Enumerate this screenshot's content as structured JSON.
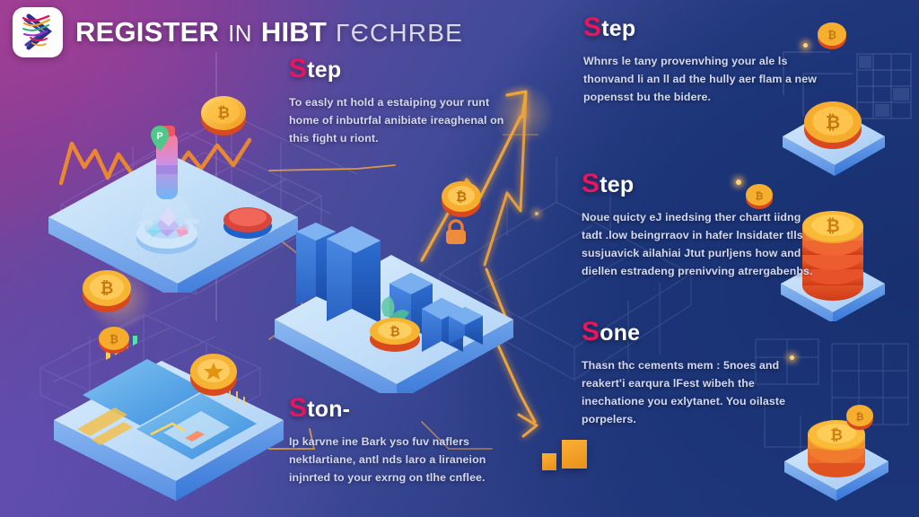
{
  "header": {
    "logo_name": "hibt-logo",
    "title_main": "REGISTER",
    "title_connector": "IN",
    "title_brand": "HIBT",
    "title_suffix": "ΓЄCHRBE"
  },
  "colors": {
    "accent_pink": "#e8175d",
    "accent_orange": "#f0921f",
    "bg_purple": "#8e3d8e",
    "bg_violet": "#584a9e",
    "bg_navy": "#1b3378",
    "platform_blue": "#bdd9f5",
    "bar_blue": "#2a6fd6",
    "coin_gold": "#f5a623"
  },
  "blocks": [
    {
      "id": "blk-l1",
      "heading_cap": "S",
      "heading_rest": "tep",
      "body": "To easly nt hold a estaiping your runt home of inbutrfal anibiate ireaghenal on this fight u riont."
    },
    {
      "id": "blk-l2",
      "heading_cap": "S",
      "heading_rest": "ton-",
      "body": "Ip karvne ine Bark yso fuv naflers nektlartiane, antl nds laro a liraneion injnrted to your exrng on tlhe cnflee."
    },
    {
      "id": "blk-r1",
      "heading_cap": "S",
      "heading_rest": "tep",
      "body": "Whnrs le tany provenvhing your ale ls thonvand li an ll ad the hully aer flam a new popensst bu the bidere."
    },
    {
      "id": "blk-r2",
      "heading_cap": "S",
      "heading_rest": "tep",
      "body": "Noue quicty eJ inedsing ther chartt iidng tadt .low beingrraov in hafer lnsidater tlls susjuavick ailahiai Jtut purljens how and diellen estradeng prenivving atrergabenbs."
    },
    {
      "id": "blk-r3",
      "heading_cap": "S",
      "heading_rest": "one",
      "body": "Thasn thc cements mem : 5noes and reakert'i earqura lFest wibeh the  inechatione  you exlytanet. You oilaste porpelers."
    }
  ],
  "illustrations": [
    {
      "name": "lab-platform-illustration",
      "label": "isometric platform with flask and tokens"
    },
    {
      "name": "bar-chart-platform-illustration",
      "label": "isometric platform with descending blue bars"
    },
    {
      "name": "dashboard-platform-illustration",
      "label": "isometric platform with trading dashboards"
    },
    {
      "name": "single-coin-tile-illustration",
      "label": "gold coin on isometric tile"
    },
    {
      "name": "coin-stack-tile-illustration",
      "label": "tall stack of gold coins on isometric tile"
    },
    {
      "name": "coin-stack-small-tile-illustration",
      "label": "small stack of gold coins on isometric tile"
    }
  ],
  "decor": {
    "arrow_up_name": "orange-zigzag-up-arrow",
    "arrow_down_name": "orange-zigzag-down-arrow",
    "connector_name": "orange-connector-line",
    "square_small_name": "orange-square-small",
    "square_large_name": "orange-square-large"
  }
}
